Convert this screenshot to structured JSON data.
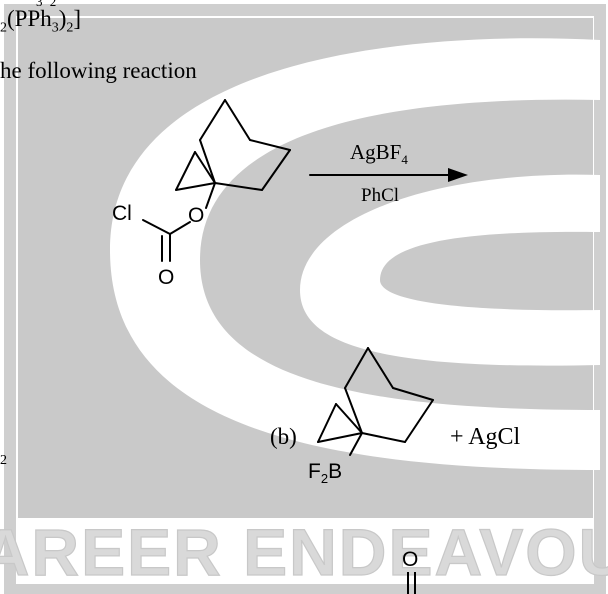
{
  "header_fragments": {
    "line1_sub": "3   2",
    "line2": "2(PPh3)2]",
    "line2_parts": {
      "a": "2",
      "b": "(PPh",
      "c": "3",
      "d": ")",
      "e": "2",
      "f": "]"
    },
    "line3": "he following reaction"
  },
  "reaction": {
    "reagent_top": "AgBF",
    "reagent_top_sub": "4",
    "reagent_bottom": "PhCl",
    "atom_cl": "Cl",
    "atom_o_ester": "O",
    "atom_o_carbonyl": "O"
  },
  "option_b": {
    "label": "(b)",
    "atom_f2b": "F",
    "atom_f2b_sub": "2",
    "atom_b": "B",
    "plus_text": "+  AgCl"
  },
  "left_fragment": "2",
  "bottom_atom": "O",
  "watermark": {
    "text": "CAREER ENDEAVOUR",
    "color": "#d9d9d9",
    "dark": "#c8c8c8"
  }
}
